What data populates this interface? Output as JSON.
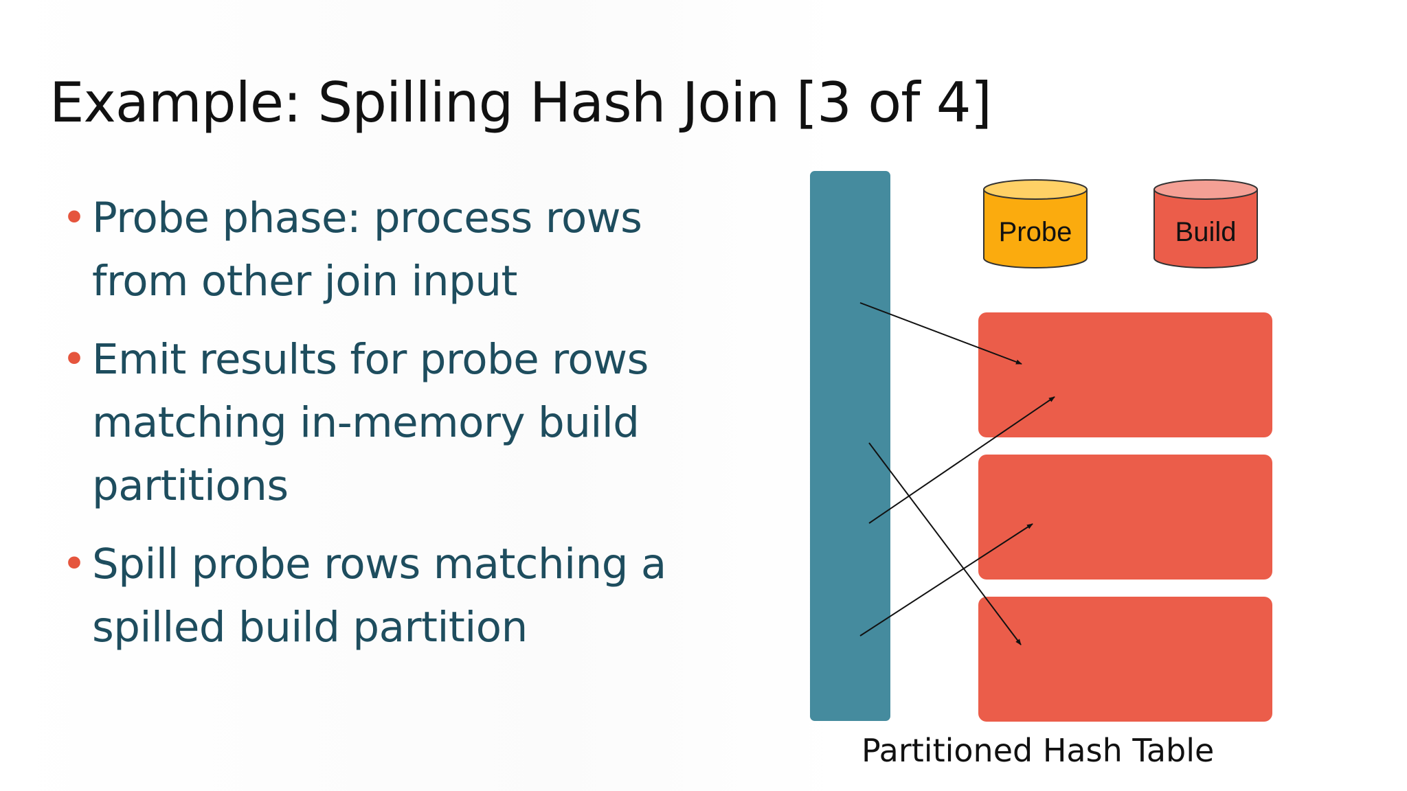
{
  "title": "Example: Spilling Hash Join [3 of 4]",
  "bullets": [
    {
      "text": "Probe phase: process rows from other join input"
    },
    {
      "text": "Emit results for probe rows matching in-memory build partitions"
    },
    {
      "text": "Spill probe rows matching a spilled build partition"
    }
  ],
  "diagram": {
    "probe_label": "Probe",
    "build_label": "Build",
    "caption": "Partitioned Hash Table"
  },
  "colors": {
    "bullet_text": "#1e4d5e",
    "bullet_marker": "#e5553d",
    "input_column": "#458b9e",
    "partition": "#eb5d4a",
    "probe_cylinder": "#fbab0e",
    "probe_cylinder_top": "#ffd166",
    "build_cylinder": "#eb5d4a",
    "build_cylinder_top": "#f4a095"
  }
}
